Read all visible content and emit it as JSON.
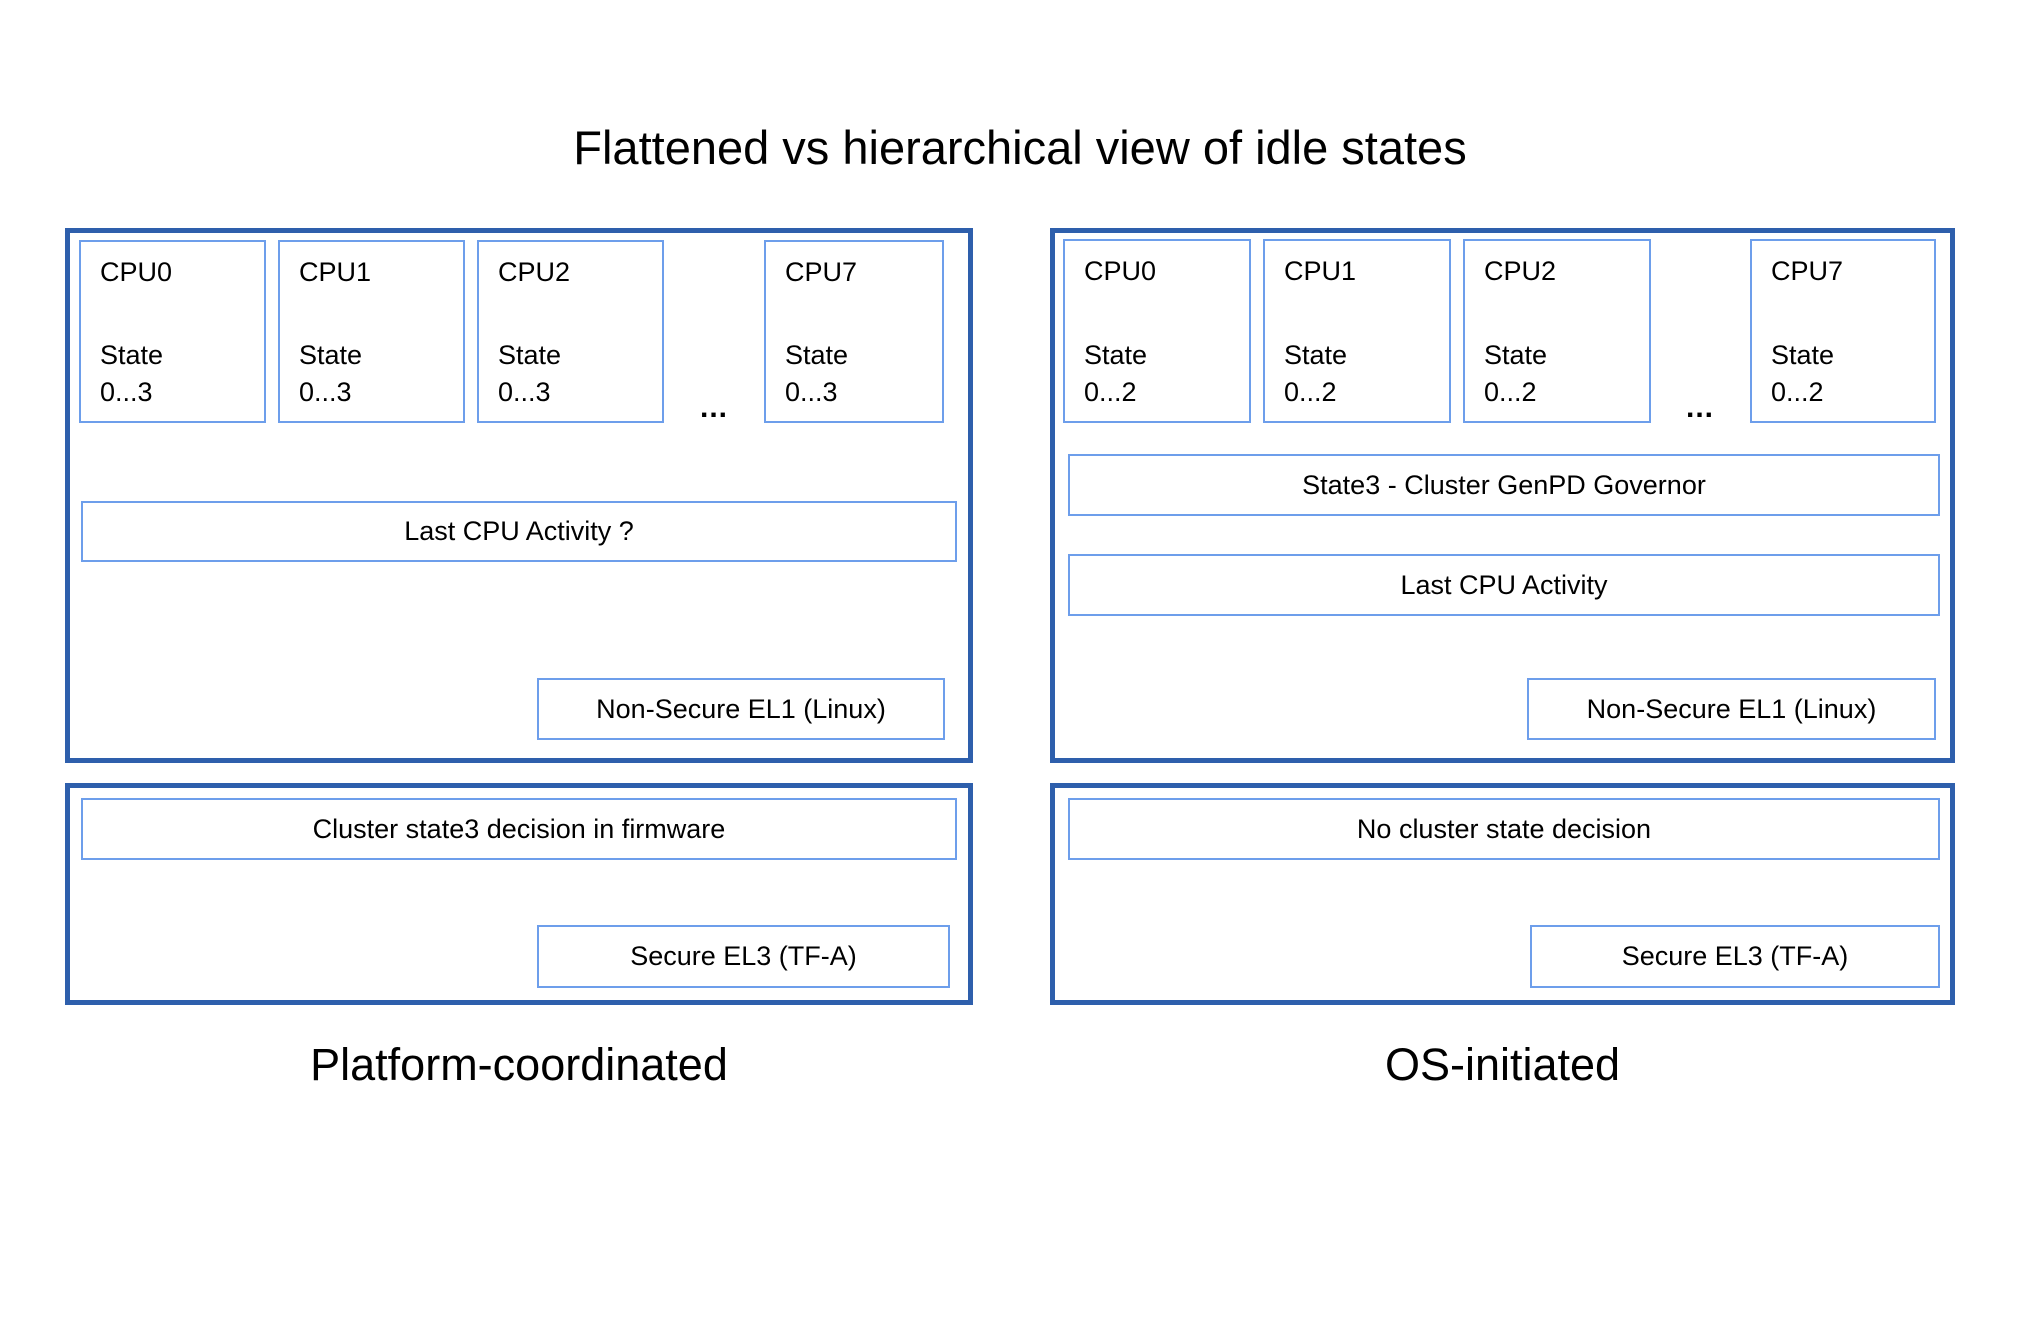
{
  "title": "Flattened vs hierarchical view of idle states",
  "colors": {
    "outer_border": "#2E5FAC",
    "inner_border": "#6D9EEB",
    "text": "#000000",
    "background": "#FFFFFF"
  },
  "panels": [
    {
      "caption": "Platform-coordinated",
      "ellipsis": "...",
      "cpus": [
        {
          "name": "CPU0",
          "state": "State\n0...3"
        },
        {
          "name": "CPU1",
          "state": "State\n0...3"
        },
        {
          "name": "CPU2",
          "state": "State\n0...3"
        },
        {
          "name": "CPU7",
          "state": "State\n0...3"
        }
      ],
      "upper": {
        "activity": "Last CPU Activity ?",
        "el1": "Non-Secure EL1 (Linux)"
      },
      "lower": {
        "decision": "Cluster state3 decision in firmware",
        "el3": "Secure EL3 (TF-A)"
      }
    },
    {
      "caption": "OS-initiated",
      "ellipsis": "...",
      "cpus": [
        {
          "name": "CPU0",
          "state": "State\n0...2"
        },
        {
          "name": "CPU1",
          "state": "State\n0...2"
        },
        {
          "name": "CPU2",
          "state": "State\n0...2"
        },
        {
          "name": "CPU7",
          "state": "State\n0...2"
        }
      ],
      "upper": {
        "governor": "State3 - Cluster GenPD Governor",
        "activity": "Last CPU Activity",
        "el1": "Non-Secure EL1 (Linux)"
      },
      "lower": {
        "decision": "No cluster state decision",
        "el3": "Secure EL3 (TF-A)"
      }
    }
  ]
}
